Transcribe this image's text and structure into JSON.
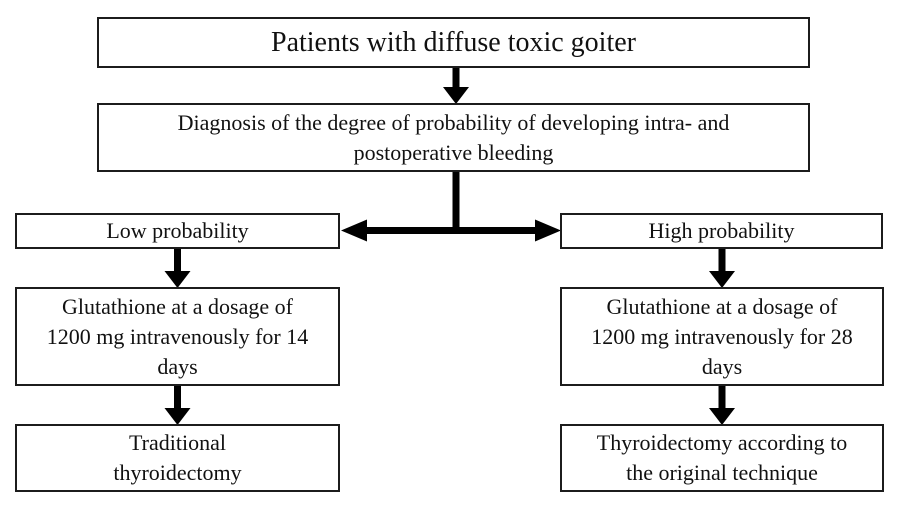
{
  "colors": {
    "bg": "#ffffff",
    "border": "#1c1c1c",
    "arrow": "#000000",
    "text": "#111111"
  },
  "boxes": {
    "patients": {
      "text": "Patients with diffuse toxic goiter"
    },
    "diagnosis": {
      "text": "Diagnosis of the degree of probability of developing intra- and\npostoperative bleeding"
    },
    "low": {
      "text": "Low probability"
    },
    "high": {
      "text": "High probability"
    },
    "glut_low": {
      "text": "Glutathione at a dosage of\n1200 mg intravenously for 14\ndays"
    },
    "glut_high": {
      "text": "Glutathione at a dosage of\n1200 mg intravenously for 28\ndays"
    },
    "trad": {
      "text": "Traditional\nthyroidectomy"
    },
    "orig": {
      "text": "Thyroidectomy according to\nthe original technique"
    }
  }
}
